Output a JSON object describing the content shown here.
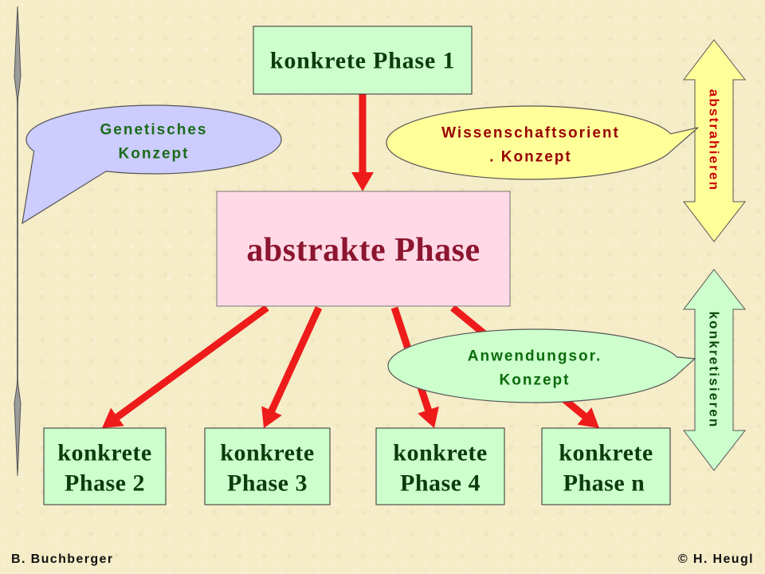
{
  "top_box": {
    "label": "konkrete Phase 1"
  },
  "abstract_box": {
    "label": "abstrakte Phase"
  },
  "bottom_boxes": [
    {
      "line1": "konkrete",
      "line2": "Phase 2"
    },
    {
      "line1": "konkrete",
      "line2": "Phase 3"
    },
    {
      "line1": "konkrete",
      "line2": "Phase 4"
    },
    {
      "line1": "konkrete",
      "line2": "Phase n"
    }
  ],
  "bubbles": {
    "genetic": {
      "line1": "Genetisches",
      "line2": "Konzept"
    },
    "science": {
      "line1": "Wissenschaftsorient",
      "line2": ". Konzept"
    },
    "application": {
      "line1": "Anwendungsor.",
      "line2": "Konzept"
    }
  },
  "side_arrows": {
    "abstracting": {
      "label": "abstrahieren"
    },
    "concretizing": {
      "label": "konkretisieren"
    }
  },
  "footer": {
    "left": "B. Buchberger",
    "right": "© H. Heugl"
  },
  "colors": {
    "concrete_box_fill": "#ccffcc",
    "concrete_text": "#0e3b0e",
    "abstract_box_fill": "#ffd9e6",
    "abstract_text": "#8c1530",
    "arrow": "#ee1b1b",
    "genetic_bubble_fill": "#ccccff",
    "genetic_text": "#1a6b1a",
    "science_bubble_fill": "#ffff99",
    "science_text": "#990000",
    "application_bubble_fill": "#ccffcc",
    "application_text": "#0b6b0b",
    "abstracting_arrow_fill": "#ffff99",
    "abstracting_text": "#cc0000",
    "concretizing_arrow_fill": "#ccffcc",
    "concretizing_text": "#0b4a0b",
    "footer_text": "#111111"
  }
}
